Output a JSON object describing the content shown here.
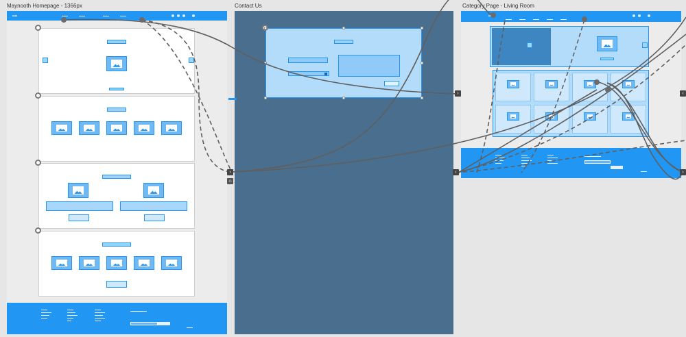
{
  "artboards": {
    "homepage": {
      "title": "Maynooth Homepage - 1366px"
    },
    "contact": {
      "title": "Contact Us"
    },
    "category": {
      "title": "Category Page - Living Room"
    }
  },
  "colors": {
    "primary": "#2196f3",
    "canvas": "#e6e6e6",
    "contact_bg": "#4a6e8d",
    "wire": "#5f5f5f"
  },
  "icons": {
    "lock": "lock-icon",
    "port": "chevron-right-icon",
    "image": "image-placeholder-icon"
  }
}
